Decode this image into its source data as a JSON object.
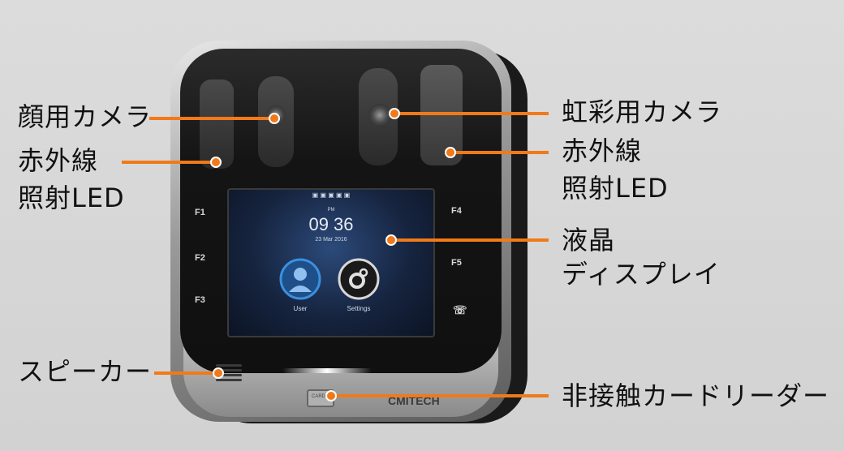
{
  "device": {
    "fkeys": [
      "F1",
      "F2",
      "F3",
      "F4",
      "F5"
    ],
    "screen": {
      "ampm": "PM",
      "time": "09 36",
      "date": "23 Mar 2016",
      "user_label": "User",
      "settings_label": "Settings"
    },
    "card_label": "CARD",
    "brand": "CMITECH"
  },
  "callouts": {
    "face_camera": "顔用カメラ",
    "ir_led_left_1": "赤外線",
    "ir_led_left_2": "照射LED",
    "speaker": "スピーカー",
    "iris_camera": "虹彩用カメラ",
    "ir_led_right_1": "赤外線",
    "ir_led_right_2": "照射LED",
    "lcd_1": "液晶",
    "lcd_2": "ディスプレイ",
    "card_reader": "非接触カードリーダー"
  },
  "colors": {
    "accent": "#f07a1a"
  }
}
